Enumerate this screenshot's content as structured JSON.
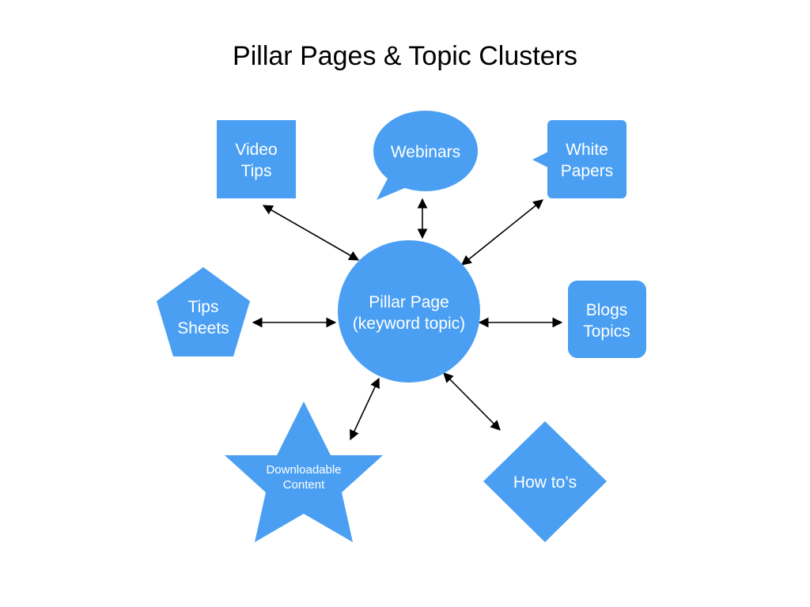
{
  "title": "Pillar Pages & Topic Clusters",
  "colors": {
    "shape_fill": "#4a9ff2",
    "label_text": "#ffffff",
    "connector": "#000000",
    "background": "#ffffff"
  },
  "center": {
    "shape": "circle",
    "lines": [
      "Pillar Page",
      "(keyword topic)"
    ]
  },
  "clusters": [
    {
      "id": "video-tips",
      "shape": "square",
      "lines": [
        "Video",
        "Tips"
      ]
    },
    {
      "id": "webinars",
      "shape": "speech-bubble",
      "lines": [
        "Webinars"
      ]
    },
    {
      "id": "white-papers",
      "shape": "callout-box",
      "lines": [
        "White",
        "Papers"
      ]
    },
    {
      "id": "tips-sheets",
      "shape": "pentagon",
      "lines": [
        "Tips",
        "Sheets"
      ]
    },
    {
      "id": "blogs-topics",
      "shape": "rounded-rectangle",
      "lines": [
        "Blogs",
        "Topics"
      ]
    },
    {
      "id": "downloadable-content",
      "shape": "star",
      "lines": [
        "Downloadable",
        "Content"
      ]
    },
    {
      "id": "how-tos",
      "shape": "diamond",
      "lines": [
        "How to’s"
      ]
    }
  ],
  "connections": [
    {
      "from": "pillar-page",
      "to": "video-tips",
      "arrows": "both"
    },
    {
      "from": "pillar-page",
      "to": "webinars",
      "arrows": "both"
    },
    {
      "from": "pillar-page",
      "to": "white-papers",
      "arrows": "both"
    },
    {
      "from": "pillar-page",
      "to": "tips-sheets",
      "arrows": "both"
    },
    {
      "from": "pillar-page",
      "to": "blogs-topics",
      "arrows": "both"
    },
    {
      "from": "pillar-page",
      "to": "downloadable-content",
      "arrows": "both"
    },
    {
      "from": "pillar-page",
      "to": "how-tos",
      "arrows": "both"
    }
  ]
}
